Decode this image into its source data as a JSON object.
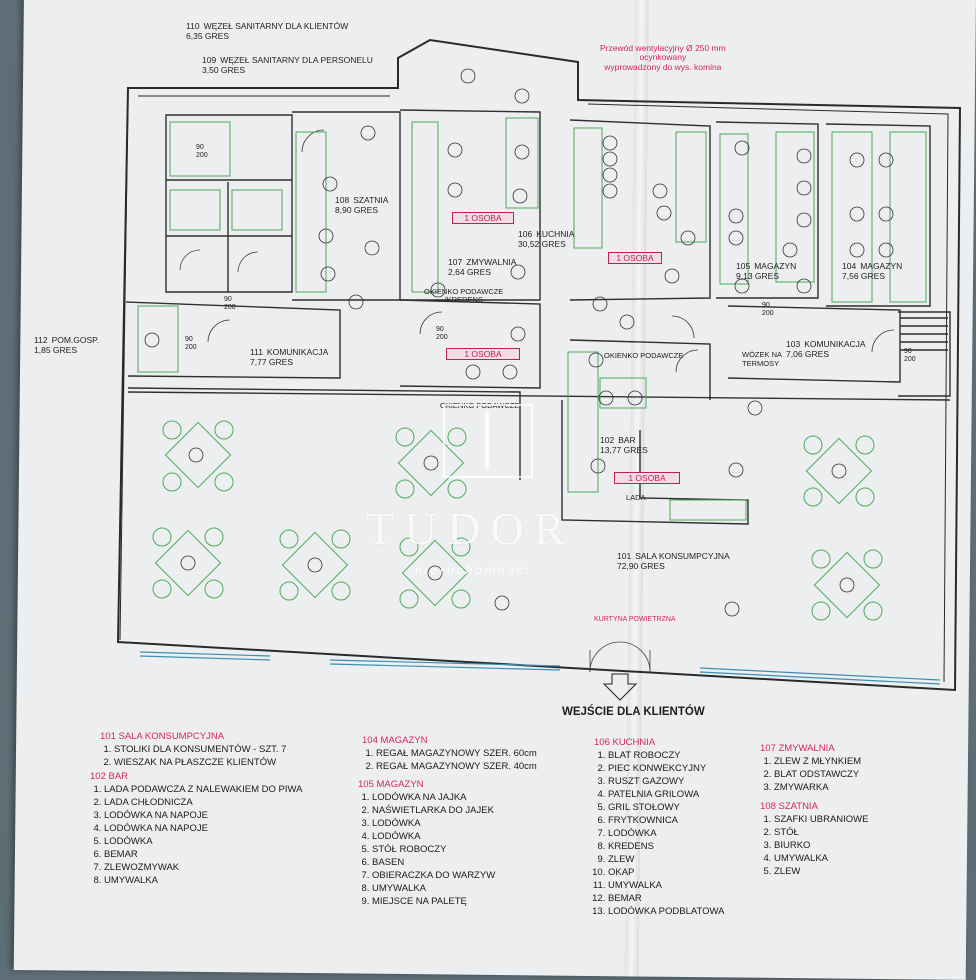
{
  "rooms": {
    "r110": {
      "num": "110",
      "name": "WĘZEŁ SANITARNY DLA KLIENTÓW",
      "area": "6,35",
      "floor": "GRES"
    },
    "r109": {
      "num": "109",
      "name": "WĘZEŁ SANITARNY DLA PERSONELU",
      "area": "3,50",
      "floor": "GRES"
    },
    "r108": {
      "num": "108",
      "name": "SZATNIA",
      "area": "8,90",
      "floor": "GRES"
    },
    "r107": {
      "num": "107",
      "name": "ZMYWALNIA",
      "area": "2,64",
      "floor": "GRES"
    },
    "r106": {
      "num": "106",
      "name": "KUCHNIA",
      "area": "30,52",
      "floor": "GRES"
    },
    "r105": {
      "num": "105",
      "name": "MAGAZYN",
      "area": "9,13",
      "floor": "GRES"
    },
    "r104": {
      "num": "104",
      "name": "MAGAZYN",
      "area": "7,56",
      "floor": "GRES"
    },
    "r103": {
      "num": "103",
      "name": "KOMUNIKACJA",
      "area": "7,06",
      "floor": "GRES"
    },
    "r112": {
      "num": "112",
      "name": "POM.GOSP.",
      "area": "1,85",
      "floor": "GRES"
    },
    "r111": {
      "num": "111",
      "name": "KOMUNIKACJA",
      "area": "7,77",
      "floor": "GRES"
    },
    "r102": {
      "num": "102",
      "name": "BAR",
      "area": "13,77",
      "floor": "GRES"
    },
    "r101": {
      "num": "101",
      "name": "SALA KONSUMPCYJNA",
      "area": "72,90",
      "floor": "GRES"
    }
  },
  "notes": {
    "vent_line1": "Przewód wentylacyjny Ø 250 mm",
    "vent_line2": "ocynkowany",
    "vent_line3": "wyprowadzony do wys. komina",
    "osoba": "1 OSOBA",
    "okienko_podawcze": "OKIENKO PODAWCZE",
    "okienko_kredens_1": "OKIENKO PODAWCZE",
    "okienko_kredens_2": "/KREDENS",
    "wozek_1": "WÓZEK NA",
    "wozek_2": "TERMOSY",
    "lada": "LADA",
    "kurtyna": "KURTYNA POWIETRZNA",
    "entrance": "WEJŚCIE DLA KLIENTÓW",
    "door_dim_90": "90",
    "door_dim_200": "200"
  },
  "watermark": {
    "title": "TUDOR",
    "subtitle": "nieruchomości"
  },
  "legend": {
    "g101": {
      "title": "101 SALA KONSUMPCYJNA",
      "items": [
        "STOLIKI DLA KONSUMENTÓW - SZT. 7",
        "WIESZAK NA PŁASZCZE KLIENTÓW"
      ]
    },
    "g102": {
      "title": "102 BAR",
      "items": [
        "LADA PODAWCZA Z NALEWAKIEM DO PIWA",
        "LADA CHŁODNICZA",
        "LODÓWKA NA NAPOJE",
        "LODÓWKA NA NAPOJE",
        "LODÓWKA",
        "BEMAR",
        "ZLEWOZMYWAK",
        "UMYWALKA"
      ]
    },
    "g104": {
      "title": "104 MAGAZYN",
      "items": [
        "REGAŁ MAGAZYNOWY SZER. 60cm",
        "REGAŁ MAGAZYNOWY SZER. 40cm"
      ]
    },
    "g105": {
      "title": "105 MAGAZYN",
      "items": [
        "LODÓWKA NA JAJKA",
        "NAŚWIETLARKA DO JAJEK",
        "LODÓWKA",
        "LODÓWKA",
        "STÓŁ ROBOCZY",
        "BASEN",
        "OBIERACZKA DO WARZYW",
        "UMYWALKA",
        "MIEJSCE NA PALETĘ"
      ]
    },
    "g106": {
      "title": "106 KUCHNIA",
      "items": [
        "BLAT ROBOCZY",
        "PIEC KONWEKCYJNY",
        "RUSZT GAZOWY",
        "PATELNIA GRILOWA",
        "GRIL STOŁOWY",
        "FRYTKOWNICA",
        "LODÓWKA",
        "KREDENS",
        "ZLEW",
        "OKAP",
        "UMYWALKA",
        "BEMAR",
        "LODÓWKA PODBLATOWA"
      ]
    },
    "g107": {
      "title": "107 ZMYWALNIA",
      "items": [
        "ZLEW Z MŁYNKIEM",
        "BLAT ODSTAWCZY",
        "ZMYWARKA"
      ]
    },
    "g108": {
      "title": "108 SZATNIA",
      "items": [
        "SZAFKI UBRANIOWE",
        "STÓŁ",
        "BIURKO",
        "UMYWALKA",
        "ZLEW"
      ]
    }
  }
}
